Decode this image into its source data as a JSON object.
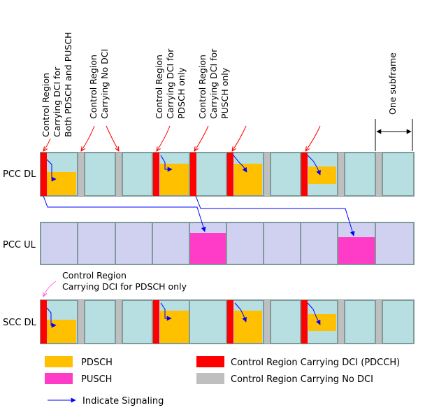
{
  "annotations": {
    "both": [
      "Control Region",
      "Carrying DCI for",
      "Both PDSCH and PUSCH"
    ],
    "no_dci": [
      "Control Region",
      "Carrying No DCI"
    ],
    "pdsch_only": [
      "Control Region",
      "Carrying DCI for",
      "PDSCH only"
    ],
    "pusch_only": [
      "Control Region",
      "Carrying DCI for",
      "PUSCH only"
    ],
    "one_subframe": "One subframe",
    "scc_note": [
      "Control Region",
      "Carrying DCI for PDSCH only"
    ]
  },
  "rows": {
    "pcc_dl": "PCC DL",
    "pcc_ul": "PCC UL",
    "scc_dl": "SCC DL"
  },
  "legend": {
    "pdsch": "PDSCH",
    "pusch": "PUSCH",
    "ctrl_dci": "Control Region Carrying DCI (PDCCH)",
    "ctrl_no_dci": "Control Region Carrying No DCI",
    "signaling": "Indicate Signaling"
  },
  "colors": {
    "pdsch": "#FFC000",
    "pusch": "#FF3CC8",
    "dci": "#FF0000",
    "no_dci": "#BFBFBF",
    "dl_bg": "#B7DEE1",
    "ul_bg": "#D0D0F0",
    "border": "#7F9A9A",
    "signal": "#0000FF",
    "note": "#FF0000"
  }
}
